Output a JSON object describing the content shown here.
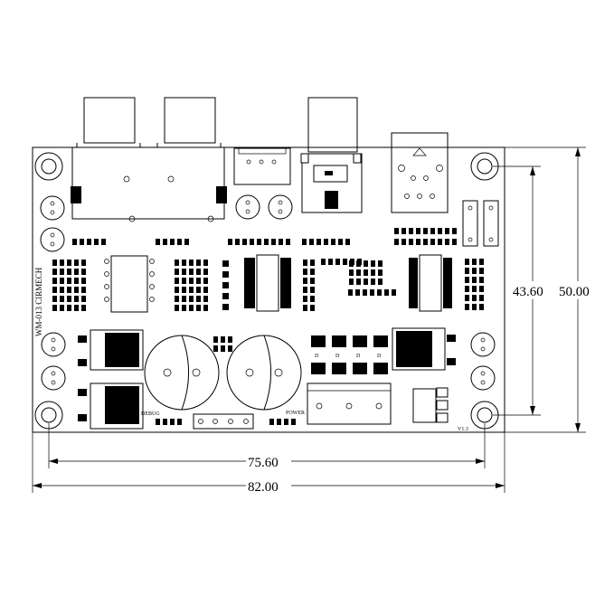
{
  "board": {
    "silkscreen_label": "WM-013 CIRMECH",
    "version": "V1.3",
    "debug_label": "DEBUG",
    "power_label": "POWER"
  },
  "dimensions": {
    "hole_span_vertical": "43.60",
    "overall_height": "50.00",
    "hole_span_horizontal": "75.60",
    "overall_width": "82.00"
  }
}
